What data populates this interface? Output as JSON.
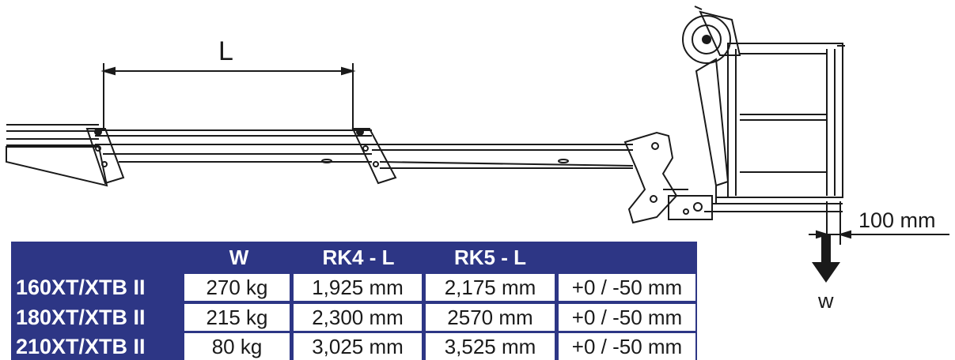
{
  "dimension_L": "L",
  "dimension_offset": "100 mm",
  "load_label": "w",
  "table": {
    "headers": [
      "",
      "W",
      "RK4 - L",
      "RK5 - L",
      ""
    ],
    "rows": [
      {
        "model": "160XT/XTB II",
        "w": "270 kg",
        "rk4": "1,925 mm",
        "rk5": "2,175 mm",
        "tol": "+0 / -50 mm"
      },
      {
        "model": "180XT/XTB II",
        "w": "215 kg",
        "rk4": "2,300 mm",
        "rk5": "2570 mm",
        "tol": "+0 / -50 mm"
      },
      {
        "model": "210XT/XTB II",
        "w": "80 kg",
        "rk4": "3,025 mm",
        "rk5": "3,525 mm",
        "tol": "+0 / -50 mm"
      }
    ]
  },
  "colors": {
    "table_header": "#2d3685",
    "drawing_line": "#1a1a1a"
  }
}
